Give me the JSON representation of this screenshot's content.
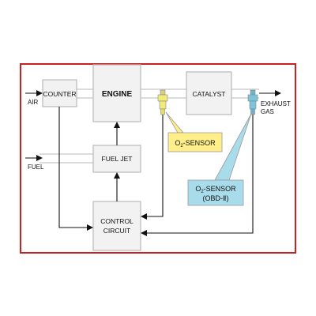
{
  "colors": {
    "frame": "#cc1f1f",
    "box_fill": "#f2f2f2",
    "box_stroke": "#b9b9b9",
    "pipe": "#c8c8c8",
    "line": "#111111",
    "callout_yellow": "#ffef8a",
    "callout_blue": "#a9dcea",
    "sensor_yellow": "#f2ea7a",
    "sensor_blue": "#7cc3dc"
  },
  "labels": {
    "air": "AIR",
    "fuel": "FUEL",
    "exhaust_line1": "EXHAUST",
    "exhaust_line2": "GAS"
  },
  "blocks": {
    "counter": "COUNTER",
    "engine": "ENGINE",
    "catalyst": "CATALYST",
    "fuel_jet": "FUEL JET",
    "control_line1": "CONTROL",
    "control_line2": "CIRCUIT"
  },
  "callouts": {
    "front_sensor": {
      "prefix": "O",
      "subscript": "2",
      "suffix": "-SENSOR"
    },
    "rear_sensor": {
      "prefix": "O",
      "subscript": "2",
      "suffix": "-SENSOR",
      "line2": "(OBD-Ⅱ)"
    }
  },
  "icons": {
    "front_sensor": "o2-sensor-icon",
    "rear_sensor": "o2-sensor-icon"
  }
}
